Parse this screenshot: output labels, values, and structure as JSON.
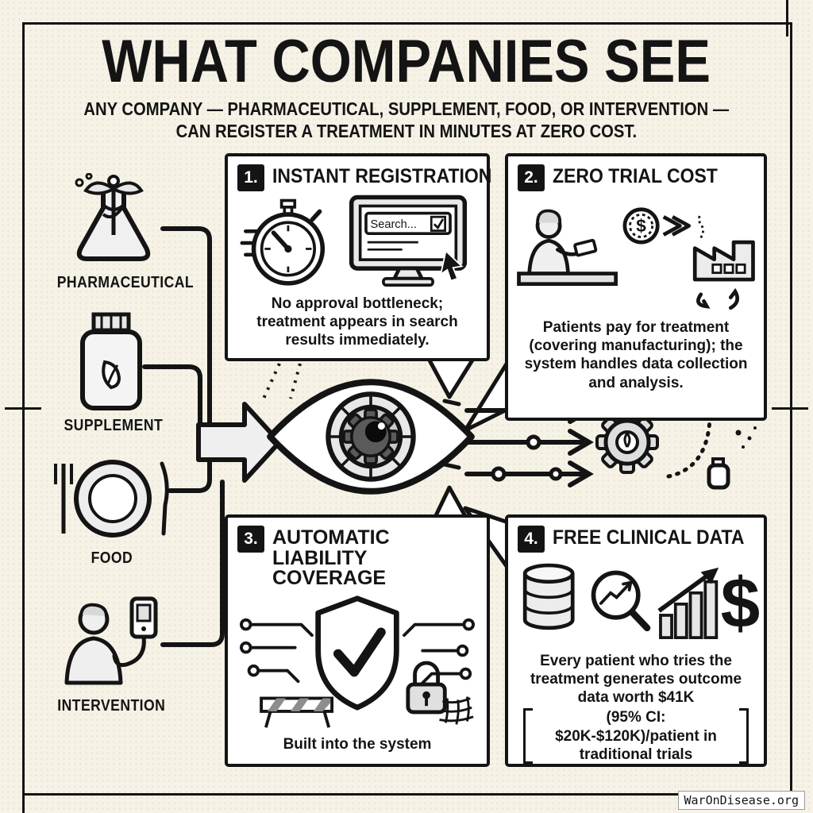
{
  "title": "WHAT COMPANIES SEE",
  "subtitle": {
    "line1": "ANY COMPANY — PHARMACEUTICAL, SUPPLEMENT, FOOD, OR INTERVENTION —",
    "line2": "CAN REGISTER A TREATMENT IN MINUTES AT ZERO COST."
  },
  "sources": [
    {
      "label": "PHARMACEUTICAL"
    },
    {
      "label": "SUPPLEMENT"
    },
    {
      "label": "FOOD"
    },
    {
      "label": "INTERVENTION"
    }
  ],
  "boxes": [
    {
      "number": "1.",
      "title": "INSTANT REGISTRATION",
      "body": "No approval bottleneck; treatment appears in search results immediately.",
      "search_text": "Search..."
    },
    {
      "number": "2.",
      "title": "ZERO TRIAL COST",
      "body": "Patients pay for treatment (covering manufacturing); the system handles data collection and analysis.",
      "coin_symbol": "$"
    },
    {
      "number": "3.",
      "title": "AUTOMATIC LIABILITY COVERAGE",
      "body": "Built into the system"
    },
    {
      "number": "4.",
      "title": "FREE CLINICAL DATA",
      "body": "Every patient who tries the treatment generates outcome data worth $41K",
      "body_ci": "(95% CI: $20K-$120K)/patient in traditional trials",
      "dollar_symbol": "$"
    }
  ],
  "watermark": "WarOnDisease.org",
  "colors": {
    "ink": "#141414",
    "paper": "#f6f2e6"
  }
}
